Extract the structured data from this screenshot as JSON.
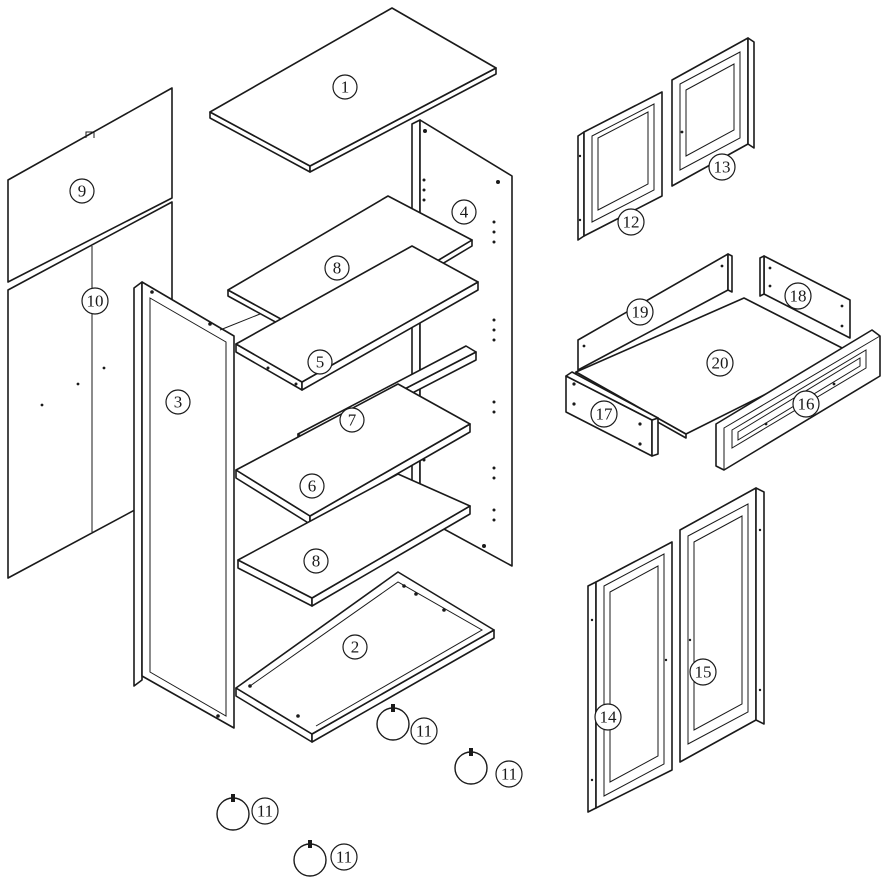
{
  "parts": {
    "p1": "1",
    "p2": "2",
    "p3": "3",
    "p4": "4",
    "p5": "5",
    "p6": "6",
    "p7": "7",
    "p8a": "8",
    "p8b": "8",
    "p9": "9",
    "p10": "10",
    "p11a": "11",
    "p11b": "11",
    "p11c": "11",
    "p11d": "11",
    "p12": "12",
    "p13": "13",
    "p14": "14",
    "p15": "15",
    "p16": "16",
    "p17": "17",
    "p18": "18",
    "p19": "19",
    "p20": "20"
  }
}
